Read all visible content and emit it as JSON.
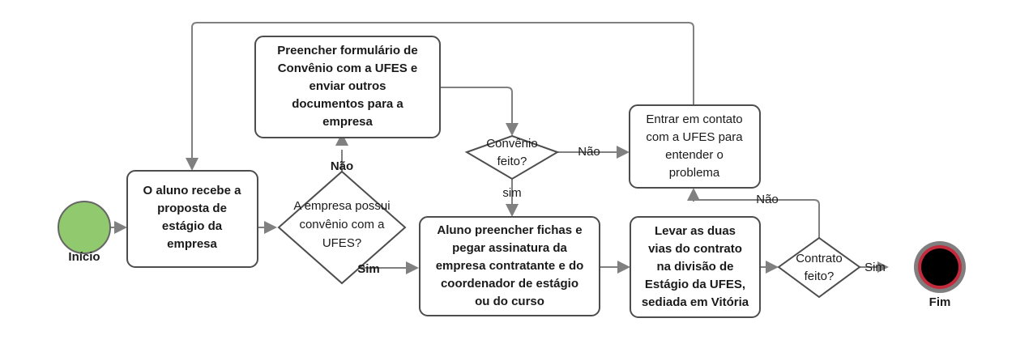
{
  "diagram": {
    "title": "Fluxo de estágio UFES",
    "colors": {
      "start_fill": "#90c96e",
      "start_stroke": "#666666",
      "end_outer": "#7f7f7f",
      "end_ring": "#c32b3c",
      "end_inner": "#000000",
      "node_stroke": "#4d4d4d",
      "node_fill": "#ffffff",
      "edge_stroke": "#808080",
      "text": "#1a1a1a"
    },
    "nodes": {
      "start": {
        "label": "Início",
        "shape": "circle"
      },
      "recebe_proposta": {
        "shape": "process",
        "lines": [
          "O aluno recebe a",
          "proposta de",
          "estágio da",
          "empresa"
        ]
      },
      "possui_convenio": {
        "shape": "decision",
        "lines": [
          "A empresa possui",
          "convênio com a",
          "UFES?"
        ]
      },
      "preencher_formulario": {
        "shape": "process",
        "lines": [
          "Preencher formulário de",
          "Convênio com a UFES e",
          "enviar outros",
          "documentos para a",
          "empresa"
        ]
      },
      "convenio_feito": {
        "shape": "decision",
        "lines": [
          "Convênio",
          "feito?"
        ]
      },
      "entrar_contato": {
        "shape": "process",
        "lines": [
          "Entrar em contato",
          "com a UFES para",
          "entender o",
          "problema"
        ]
      },
      "aluno_preencher_fichas": {
        "shape": "process",
        "lines": [
          "Aluno preencher fichas e",
          "pegar assinatura da",
          "empresa contratante e do",
          "coordenador de estágio",
          "ou do curso"
        ]
      },
      "levar_vias": {
        "shape": "process",
        "lines": [
          "Levar as duas",
          "vias do contrato",
          "na divisão de",
          "Estágio da UFES,",
          "sediada em Vitória"
        ]
      },
      "contrato_feito": {
        "shape": "decision",
        "lines": [
          "Contrato",
          "feito?"
        ]
      },
      "end": {
        "label": "Fim",
        "shape": "end-event"
      }
    },
    "edge_labels": {
      "possui_convenio_nao": "Não",
      "possui_convenio_sim": "Sim",
      "convenio_feito_nao": "Não",
      "convenio_feito_sim": "sim",
      "contrato_feito_nao": "Não",
      "contrato_feito_sim": "Sim"
    }
  }
}
